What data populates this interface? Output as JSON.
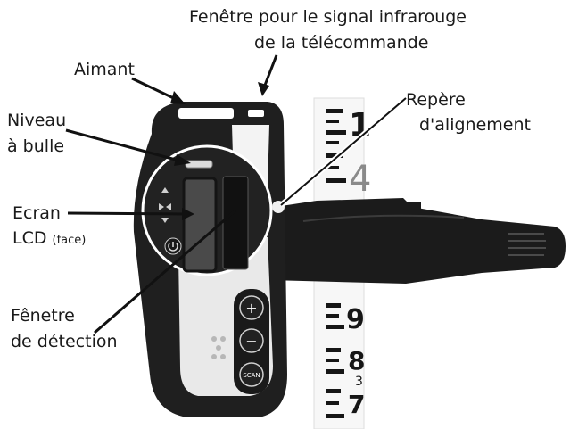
{
  "labels": {
    "ir_window_line1": "Fenêtre pour le signal infrarouge",
    "ir_window_line2": "de la télécommande",
    "magnet": "Aimant",
    "level_line1": "Niveau",
    "level_line2": "à bulle",
    "lcd_line1": "Ecran",
    "lcd_line2": "LCD",
    "lcd_face": "(face)",
    "mark_line1": "Repère",
    "mark_line2": "d'alignement",
    "detect_line1": "Fênetre",
    "detect_line2": "de détection"
  },
  "staff": {
    "numbers": [
      "1",
      "4",
      "9",
      "8",
      "3",
      "7"
    ]
  },
  "device": {
    "buttons": [
      "+",
      "−",
      "SCAN"
    ]
  },
  "colors": {
    "text": "#1a1a1a",
    "device_body": "#1f1f1f",
    "device_face": "#e9e9e9",
    "staff_gray": "#8a8a8a"
  }
}
